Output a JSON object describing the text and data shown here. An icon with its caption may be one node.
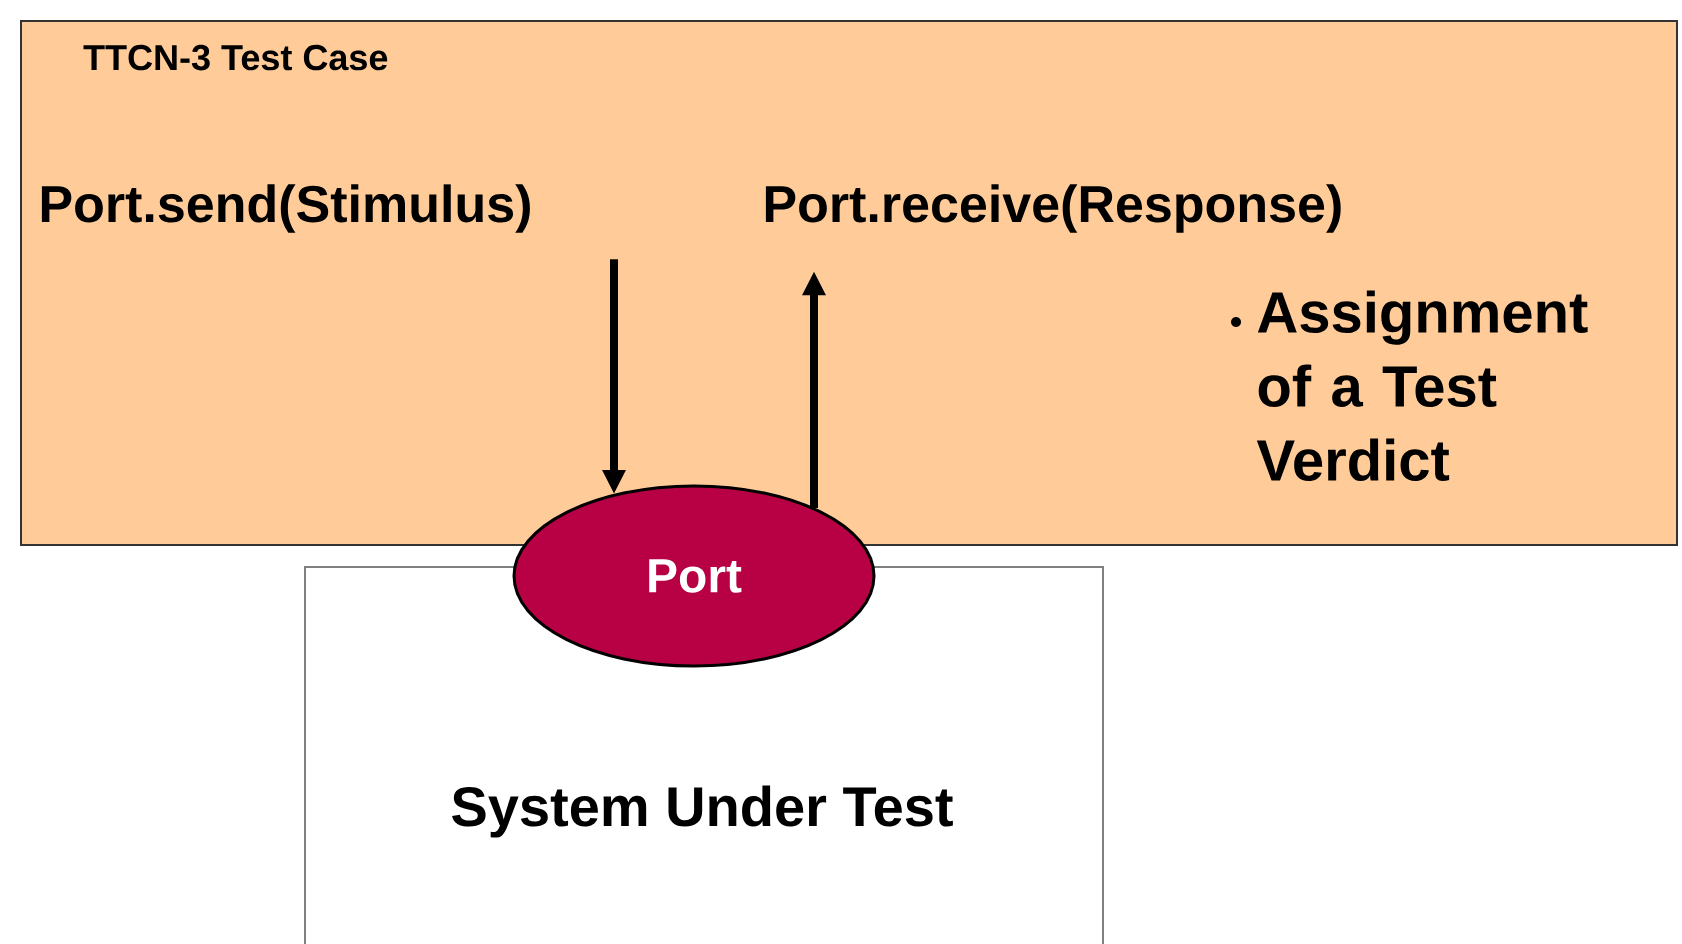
{
  "diagram": {
    "nodes": [
      {
        "text": [
          "TTCN-3 Test Case"
        ]
      },
      {
        "text": [
          "Port.send(Stimulus)"
        ],
        "in": 0
      },
      {
        "text": [
          "Port.receive(Response)"
        ],
        "in": 0
      },
      {
        "text": [
          "System Under Test"
        ]
      },
      {
        "text": [
          "Port"
        ]
      }
    ],
    "edges": [
      {
        "from": 1,
        "to": 4,
        "arrow": "to"
      },
      {
        "from": 4,
        "to": 2,
        "arrow": "to"
      }
    ],
    "labels": [
      "Assignment of a Test Verdict"
    ]
  }
}
